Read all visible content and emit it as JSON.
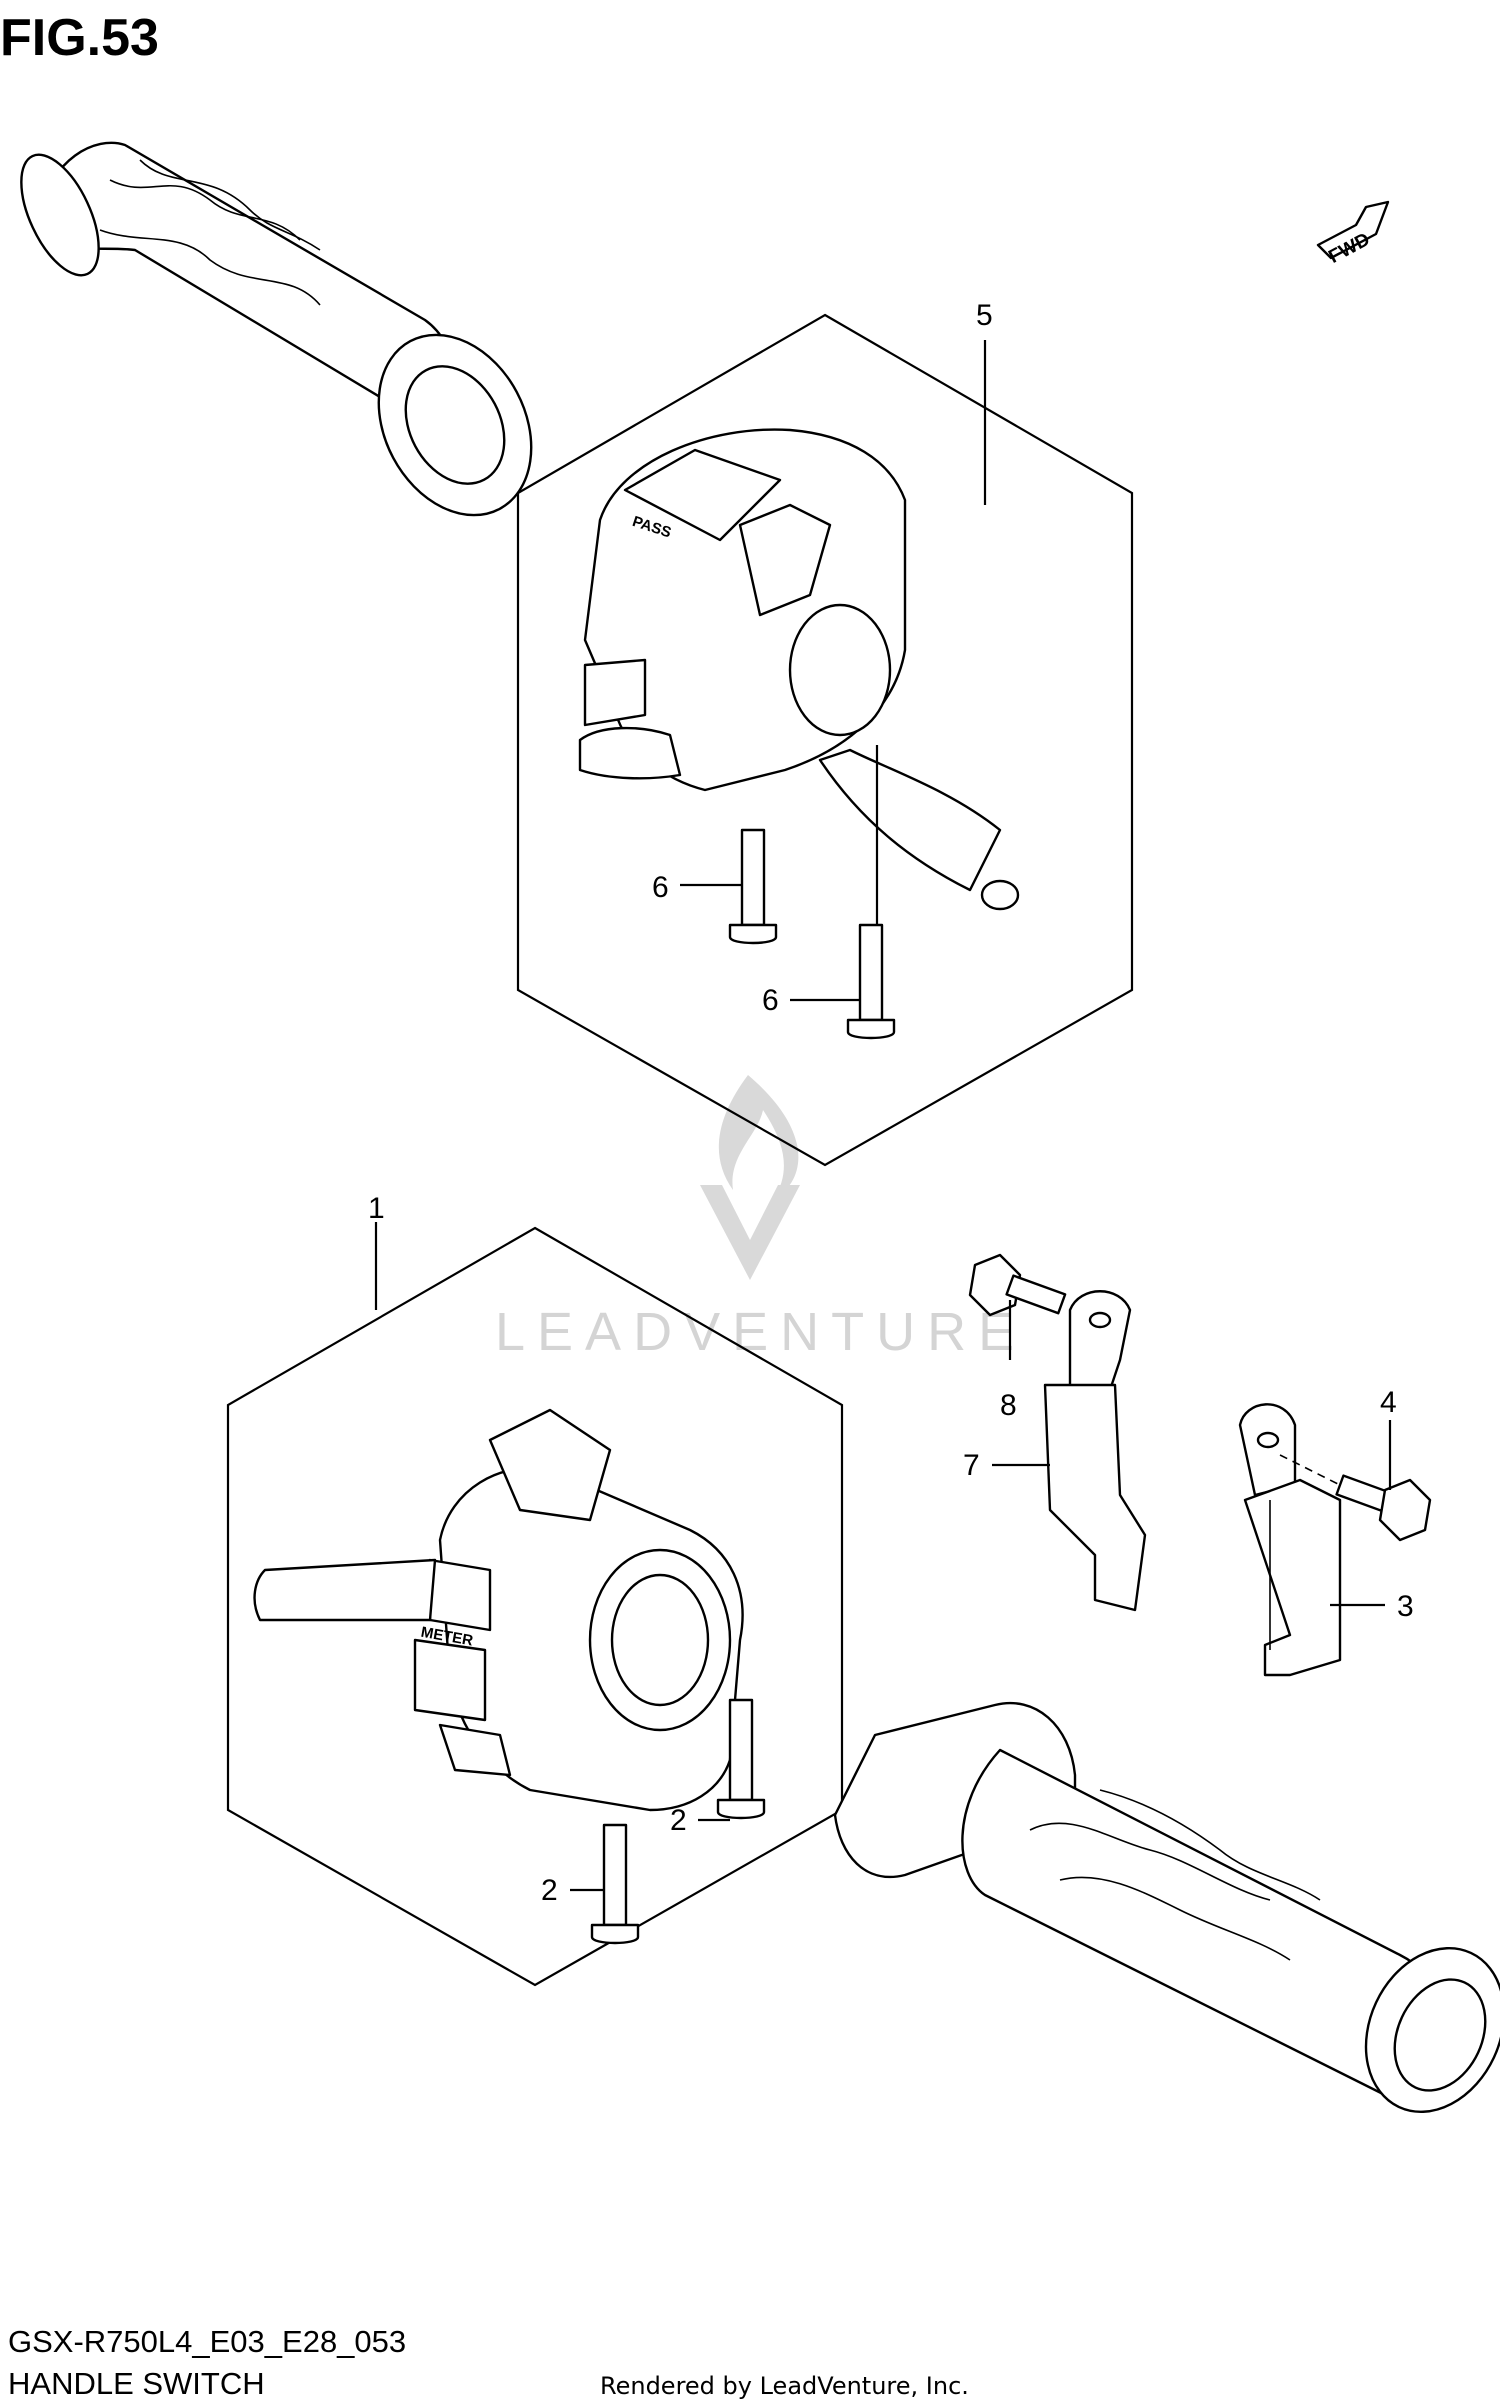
{
  "figure": {
    "title": "FIG.53",
    "fwd_label": "FWD",
    "watermark": "LEADVENTURE",
    "callouts": [
      "1",
      "2",
      "2",
      "3",
      "4",
      "5",
      "6",
      "6",
      "7",
      "8"
    ],
    "switch_labels": {
      "pass": "PASS",
      "meter": "METER"
    }
  },
  "footer": {
    "code": "GSX-R750L4_E03_E28_053",
    "title": "HANDLE SWITCH",
    "credit": "Rendered by LeadVenture, Inc."
  }
}
